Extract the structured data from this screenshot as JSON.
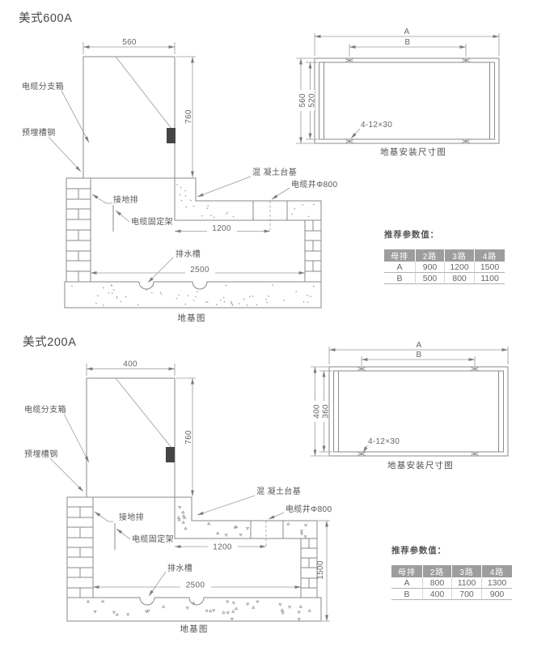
{
  "colors": {
    "line": "#8a8a8a",
    "label_text": "#565656",
    "door_handle": "#454545",
    "table_header_bg": "#9d9d9d",
    "table_header_text": "#ffffff"
  },
  "s600": {
    "title": "美式600A",
    "front": {
      "cabinet_label": "电缆分支箱",
      "channel_label": "预埋槽钢",
      "ground_label": "接地排",
      "bracket_label": "电缆固定架",
      "concrete_label": "混 凝土台基",
      "well_label": "电缆井Φ800",
      "drain_label": "排水槽",
      "dim_width": "560",
      "dim_height": "760",
      "dim_well": "1200",
      "dim_base": "2500",
      "caption": "地基图"
    },
    "plan": {
      "dim_a": "A",
      "dim_b": "B",
      "dim_outer": "560",
      "dim_inner": "520",
      "bolt_label": "4-12×30",
      "caption": "地基安装尺寸图"
    },
    "table": {
      "title": "推荐参数值：",
      "headers": [
        "母排",
        "2路",
        "3路",
        "4路"
      ],
      "rows": [
        [
          "A",
          "900",
          "1200",
          "1500"
        ],
        [
          "B",
          "500",
          "800",
          "1100"
        ]
      ]
    }
  },
  "s200": {
    "title": "美式200A",
    "front": {
      "cabinet_label": "电缆分支箱",
      "channel_label": "预埋槽钢",
      "ground_label": "接地排",
      "bracket_label": "电缆固定架",
      "concrete_label": "混 凝土台基",
      "well_label": "电缆井Φ800",
      "drain_label": "排水槽",
      "dim_width": "400",
      "dim_height": "760",
      "dim_well": "1200",
      "dim_base": "2500",
      "dim_depth": "1500",
      "caption": "地基图"
    },
    "plan": {
      "dim_a": "A",
      "dim_b": "B",
      "dim_outer": "400",
      "dim_inner": "360",
      "bolt_label": "4-12×30",
      "caption": "地基安装尺寸图"
    },
    "table": {
      "title": "推荐参数值：",
      "headers": [
        "母排",
        "2路",
        "3路",
        "4路"
      ],
      "rows": [
        [
          "A",
          "800",
          "1100",
          "1300"
        ],
        [
          "B",
          "400",
          "700",
          "900"
        ]
      ]
    }
  }
}
